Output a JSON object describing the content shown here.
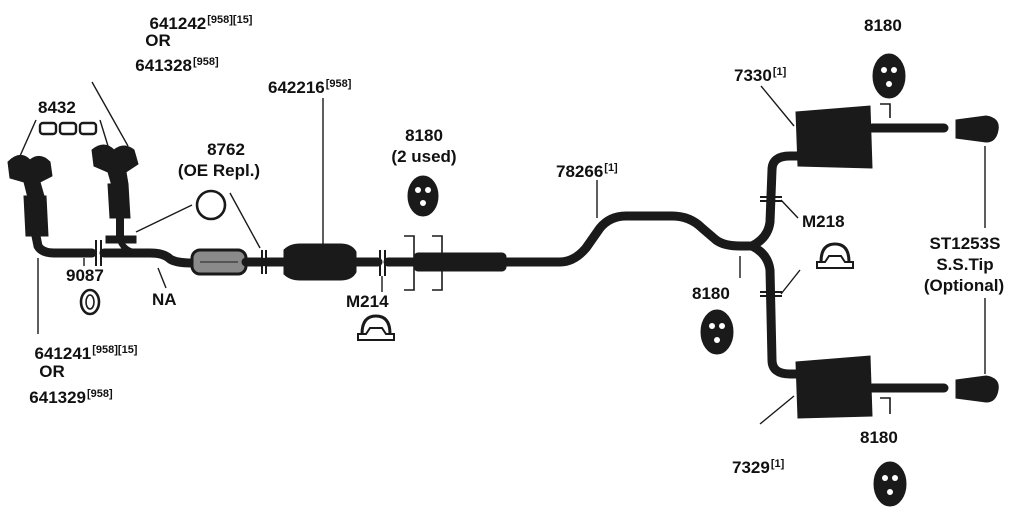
{
  "labels": {
    "p641242": {
      "part": "641242",
      "sup": "[958][15]"
    },
    "or_top": "OR",
    "p641328": {
      "part": "641328",
      "sup": "[958]"
    },
    "p8432": "8432",
    "p642216": {
      "part": "642216",
      "sup": "[958]"
    },
    "p8762": "8762",
    "p8762_note": "(OE Repl.)",
    "p8180_mid": "8180",
    "p8180_mid_note": "(2 used)",
    "p78266": {
      "part": "78266",
      "sup": "[1]"
    },
    "p7330": {
      "part": "7330",
      "sup": "[1]"
    },
    "p8180_top": "8180",
    "pM218": "M218",
    "pST1253S": "ST1253S",
    "pST_tip": "S.S.Tip",
    "pST_opt": "(Optional)",
    "p9087": "9087",
    "pNA": "NA",
    "pM214": "M214",
    "p8180_right": "8180",
    "p641241": {
      "part": "641241",
      "sup": "[958][15]"
    },
    "or_bottom": "OR",
    "p641329": {
      "part": "641329",
      "sup": "[958]"
    },
    "p7329": {
      "part": "7329",
      "sup": "[1]"
    },
    "p8180_bottom": "8180"
  }
}
